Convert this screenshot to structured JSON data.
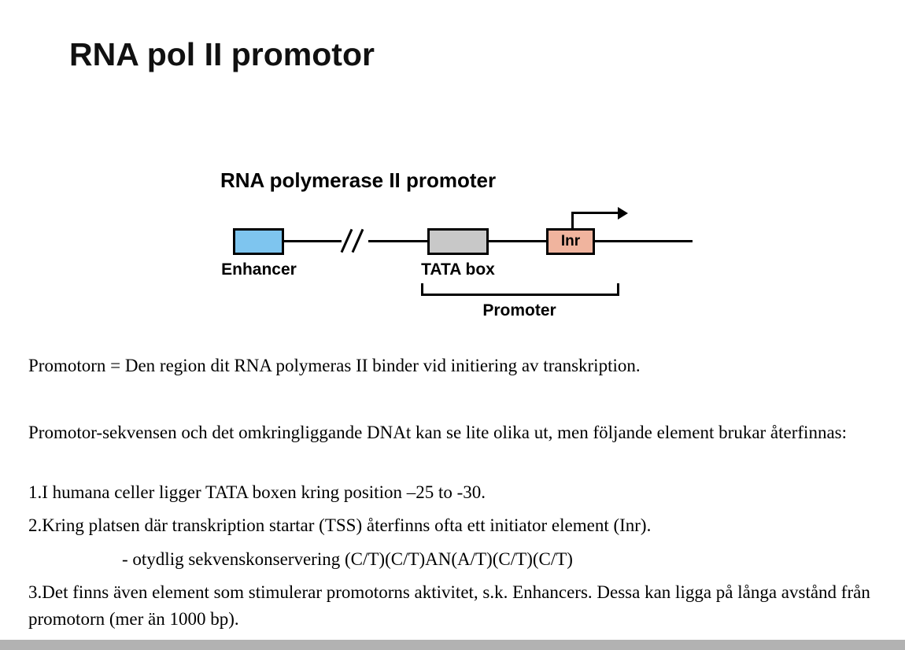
{
  "slide": {
    "title": "RNA pol II promotor"
  },
  "diagram": {
    "title": "RNA polymerase II promoter",
    "enhancer_label": "Enhancer",
    "tata_label": "TATA box",
    "inr_label": "Inr",
    "promoter_label": "Promoter"
  },
  "body": {
    "definition": "Promotorn = Den region dit RNA polymeras II binder vid initiering av transkription.",
    "intro": "Promotor-sekvensen och det omkringliggande DNAt kan se lite olika ut, men följande element brukar återfinnas:",
    "item1": "1.I humana celler ligger TATA boxen kring position  –25 to -30.",
    "item2": "2.Kring platsen där transkription startar (TSS) återfinns ofta ett initiator element (Inr).",
    "item2_sub": "- otydlig sekvenskonservering (C/T)(C/T)AN(A/T)(C/T)(C/T)",
    "item3": "3.Det finns även element som stimulerar promotorns aktivitet, s.k. Enhancers. Dessa kan ligga på långa avstånd från promotorn (mer än 1000 bp)."
  },
  "colors": {
    "enhancer_box": "#7ec5ef",
    "tata_box": "#c8c8c8",
    "inr_box": "#f0b49e",
    "bottom_bar": "#b2b2b2",
    "line": "#000000"
  }
}
